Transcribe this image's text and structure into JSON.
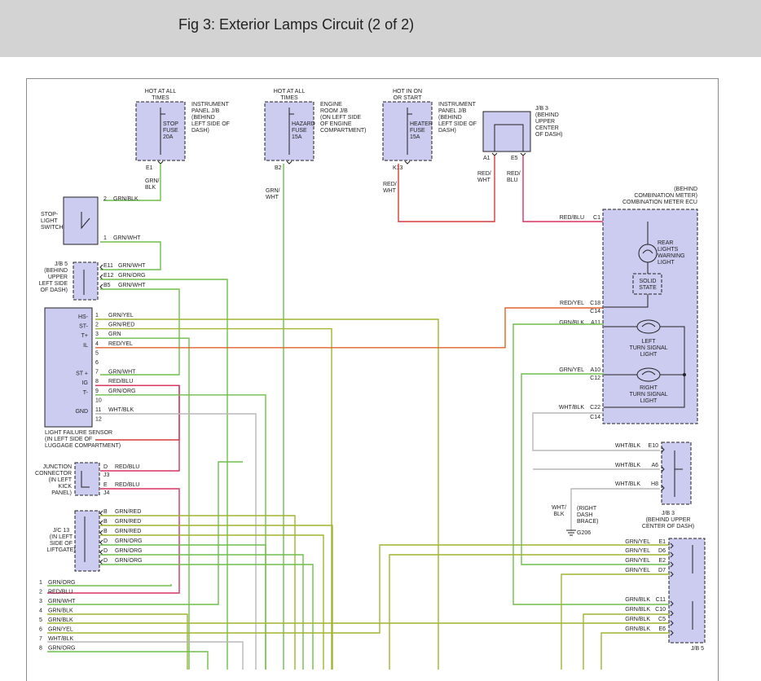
{
  "header": {
    "title": "Fig 3: Exterior Lamps Circuit (2 of 2)"
  },
  "colors": {
    "green": "#6ebe4a",
    "olive": "#a2b431",
    "red": "#d43c3c",
    "pink": "#d9305f",
    "orange": "#e0632a",
    "gray": "#b8b8b8",
    "box": "#ccccf0"
  },
  "fuses": {
    "stop": {
      "hot": [
        "HOT AT ALL",
        "TIMES"
      ],
      "name": [
        "STOP",
        "FUSE",
        "20A"
      ],
      "loc": [
        "INSTRUMENT",
        "PANEL J/B",
        "(BEHIND",
        "LEFT SIDE OF",
        "DASH)"
      ],
      "pin": "E1",
      "wire": [
        "GRN/",
        "BLK"
      ]
    },
    "hazard": {
      "hot": [
        "HOT AT ALL",
        "TIMES"
      ],
      "name": [
        "HAZARD",
        "FUSE",
        "15A"
      ],
      "loc": [
        "ENGINE",
        "ROOM J/B",
        "(ON LEFT SIDE",
        "OF ENGINE",
        "COMPARTMENT)"
      ],
      "pin": "B2",
      "wire": [
        "GRN/",
        "WHT"
      ]
    },
    "heater": {
      "hot": [
        "HOT IN ON",
        "OR START"
      ],
      "name": [
        "HEATER",
        "FUSE",
        "15A"
      ],
      "loc": [
        "INSTRUMENT",
        "PANEL J/B",
        "(BEHIND",
        "LEFT SIDE OF",
        "DASH)"
      ],
      "pin": "K13",
      "wire": [
        "RED/",
        "WHT"
      ]
    },
    "jb3top": {
      "loc": [
        "J/B 3",
        "(BEHIND",
        "UPPER",
        "CENTER",
        "OF DASH)"
      ],
      "pins": [
        "A1",
        "E5"
      ],
      "wires": [
        [
          "RED/",
          "WHT"
        ],
        [
          "RED/",
          "BLU"
        ]
      ]
    }
  },
  "stoplight": {
    "label": [
      "STOP-",
      "LIGHT",
      "SWITCH"
    ],
    "pins": [
      "2",
      "1"
    ],
    "wires": [
      "GRN/BLK",
      "GRN/WHT"
    ]
  },
  "jb5left": {
    "label": [
      "J/B 5",
      "(BEHIND",
      "UPPER",
      "LEFT SIDE",
      "OF DASH)"
    ],
    "rows": [
      {
        "pin": "E11",
        "wire": "GRN/WHT"
      },
      {
        "pin": "E12",
        "wire": "GRN/ORG"
      },
      {
        "pin": "B5",
        "wire": "GRN/WHT"
      }
    ]
  },
  "sensor": {
    "label": [
      "LIGHT FAILURE SENSOR",
      "(IN LEFT SIDE OF",
      "LUGGAGE COMPARTMENT)"
    ],
    "rows": [
      {
        "t": "HS-",
        "n": "1",
        "w": "GRN/YEL"
      },
      {
        "t": "ST-",
        "n": "2",
        "w": "GRN/RED"
      },
      {
        "t": "T+",
        "n": "3",
        "w": "GRN"
      },
      {
        "t": "IL",
        "n": "4",
        "w": "RED/YEL"
      },
      {
        "t": "",
        "n": "5",
        "w": ""
      },
      {
        "t": "",
        "n": "6",
        "w": ""
      },
      {
        "t": "ST +",
        "n": "7",
        "w": "GRN/WHT"
      },
      {
        "t": "IG",
        "n": "8",
        "w": "RED/BLU"
      },
      {
        "t": "T-",
        "n": "9",
        "w": "GRN/ORG"
      },
      {
        "t": "",
        "n": "10",
        "w": ""
      },
      {
        "t": "GND",
        "n": "11",
        "w": "WHT/BLK"
      },
      {
        "t": "",
        "n": "12",
        "w": ""
      }
    ]
  },
  "junction": {
    "label": [
      "JUNCTION",
      "CONNECTOR",
      "(IN LEFT",
      "KICK",
      "PANEL)"
    ],
    "rows": [
      {
        "p": "D",
        "w": "RED/BLU",
        "c": "J3"
      },
      {
        "p": "E",
        "w": "RED/BLU",
        "c": "J4"
      }
    ]
  },
  "jc13": {
    "label": [
      "J/C 13",
      "(IN LEFT",
      "SIDE OF",
      "LIFTGATE)"
    ],
    "rows": [
      {
        "p": "B",
        "w": "GRN/RED"
      },
      {
        "p": "B",
        "w": "GRN/RED"
      },
      {
        "p": "B",
        "w": "GRN/RED"
      },
      {
        "p": "D",
        "w": "GRN/ORG"
      },
      {
        "p": "D",
        "w": "GRN/ORG"
      },
      {
        "p": "D",
        "w": "GRN/ORG"
      }
    ]
  },
  "bottomLeft": [
    {
      "n": "1",
      "w": "GRN/ORG"
    },
    {
      "n": "2",
      "w": "RED/BLU"
    },
    {
      "n": "3",
      "w": "GRN/WHT"
    },
    {
      "n": "4",
      "w": "GRN/BLK"
    },
    {
      "n": "5",
      "w": "GRN/BLK"
    },
    {
      "n": "6",
      "w": "GRN/YEL"
    },
    {
      "n": "7",
      "w": "WHT/BLK"
    },
    {
      "n": "8",
      "w": "GRN/ORG"
    }
  ],
  "meter": {
    "title": [
      "(BEHIND",
      "COMBINATION METER)",
      "COMBINATION METER ECU"
    ],
    "rearWarning": [
      "REAR",
      "LIGHTS",
      "WARNING",
      "LIGHT"
    ],
    "solid": [
      "SOLID",
      "STATE"
    ],
    "leftTurn": [
      "LEFT",
      "TURN SIGNAL",
      "LIGHT"
    ],
    "rightTurn": [
      "RIGHT",
      "TURN SIGNAL",
      "LIGHT"
    ],
    "pins": [
      {
        "w": "RED/BLU",
        "p": "C1"
      },
      {
        "w": "RED/YEL",
        "p": "C18"
      },
      {
        "w": "",
        "p": "C14"
      },
      {
        "w": "GRN/BLK",
        "p": "A11"
      },
      {
        "w": "GRN/YEL",
        "p": "A10"
      },
      {
        "w": "",
        "p": "C12"
      },
      {
        "w": "WHT/BLK",
        "p": "C22"
      },
      {
        "w": "",
        "p": "C14"
      }
    ]
  },
  "jb3right": {
    "label": [
      "J/B 3",
      "(BEHIND UPPER",
      "CENTER OF DASH)"
    ],
    "rows": [
      {
        "w": "WHT/BLK",
        "p": "E10"
      },
      {
        "w": "WHT/BLK",
        "p": "A6"
      },
      {
        "w": "WHT/BLK",
        "p": "H8"
      }
    ]
  },
  "ground": {
    "wire": [
      "WHT/",
      "BLK"
    ],
    "loc": [
      "(RIGHT",
      "DASH",
      "BRACE)"
    ],
    "name": "G206"
  },
  "jb5right": {
    "label": "J/B 5",
    "rows": [
      {
        "w": "GRN/YEL",
        "p": "E1"
      },
      {
        "w": "GRN/YEL",
        "p": "D6"
      },
      {
        "w": "GRN/YEL",
        "p": "E2"
      },
      {
        "w": "GRN/YEL",
        "p": "D7"
      },
      {
        "w": "GRN/BLK",
        "p": "C11"
      },
      {
        "w": "GRN/BLK",
        "p": "C10"
      },
      {
        "w": "GRN/BLK",
        "p": "C5"
      },
      {
        "w": "GRN/BLK",
        "p": "E6"
      }
    ]
  }
}
